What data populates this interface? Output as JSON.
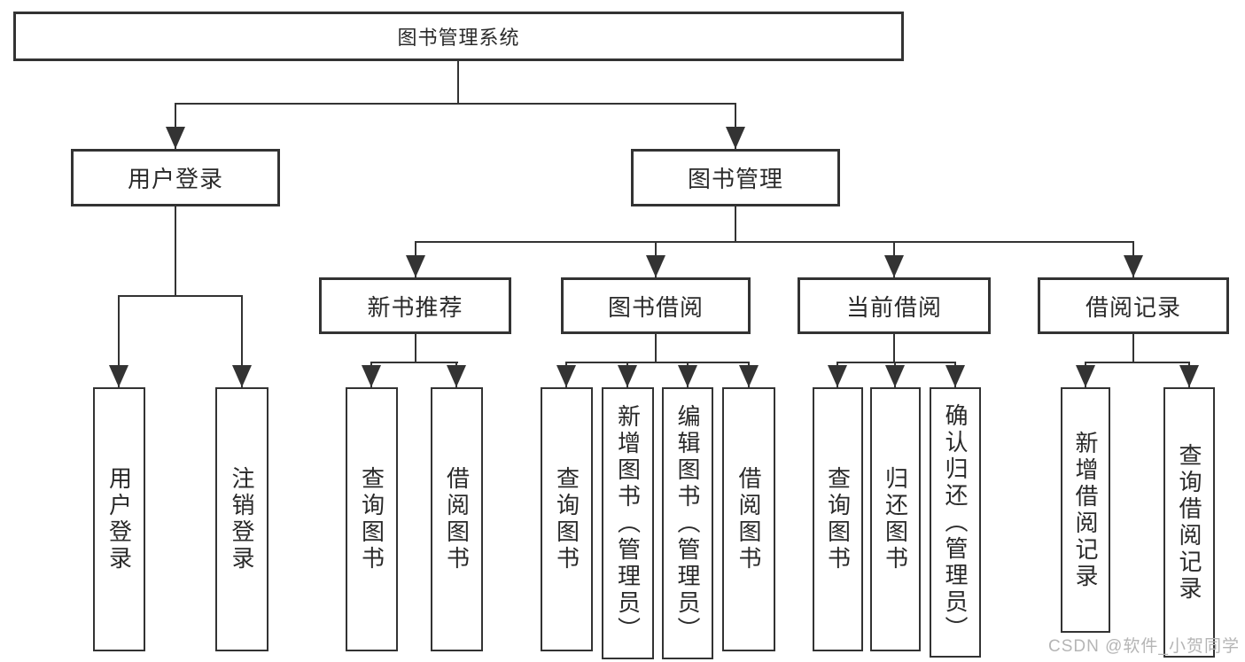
{
  "tree": {
    "label": "图书管理系统",
    "children": [
      {
        "label": "用户登录",
        "children": [
          {
            "label": "用户登录"
          },
          {
            "label": "注销登录"
          }
        ]
      },
      {
        "label": "图书管理",
        "children": [
          {
            "label": "新书推荐",
            "children": [
              {
                "label": "查询图书"
              },
              {
                "label": "借阅图书"
              }
            ]
          },
          {
            "label": "图书借阅",
            "children": [
              {
                "label": "查询图书"
              },
              {
                "label": "新增图书（管理员）"
              },
              {
                "label": "编辑图书（管理员）"
              },
              {
                "label": "借阅图书"
              }
            ]
          },
          {
            "label": "当前借阅",
            "children": [
              {
                "label": "查询图书"
              },
              {
                "label": "归还图书"
              },
              {
                "label": "确认归还（管理员）"
              }
            ]
          },
          {
            "label": "借阅记录",
            "children": [
              {
                "label": "新增借阅记录"
              },
              {
                "label": "查询借阅记录"
              }
            ]
          }
        ]
      }
    ]
  },
  "watermark": {
    "text": "CSDN @软件_小贺同学",
    "color": "#b5b5b5"
  },
  "colors": {
    "line": "#333333",
    "box_border": "#333333",
    "background": "#ffffff",
    "text": "#2a2a2a"
  }
}
